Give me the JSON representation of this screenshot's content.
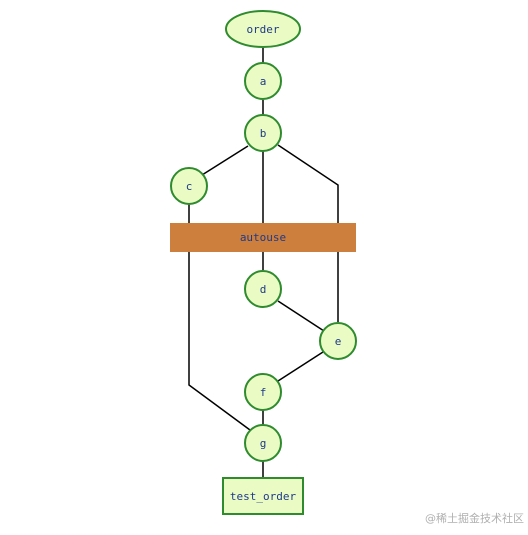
{
  "diagram": {
    "nodes": {
      "order": "order",
      "a": "a",
      "b": "b",
      "c": "c",
      "autouse": "autouse",
      "d": "d",
      "e": "e",
      "f": "f",
      "g": "g",
      "test_order": "test_order"
    },
    "edges": [
      [
        "order",
        "a"
      ],
      [
        "a",
        "b"
      ],
      [
        "b",
        "c"
      ],
      [
        "b",
        "d"
      ],
      [
        "b",
        "e"
      ],
      [
        "c",
        "g"
      ],
      [
        "d",
        "e"
      ],
      [
        "e",
        "f"
      ],
      [
        "f",
        "g"
      ],
      [
        "g",
        "test_order"
      ]
    ],
    "colors": {
      "node_fill": "#eafbc4",
      "node_stroke": "#2e8b2e",
      "bar_fill": "#cd7f3e",
      "edge": "#000000",
      "label": "#1f3a8a"
    }
  },
  "watermark": "@稀土掘金技术社区"
}
